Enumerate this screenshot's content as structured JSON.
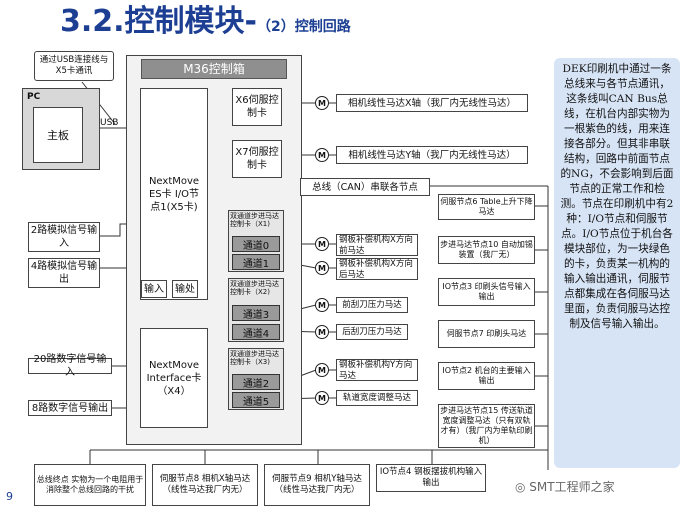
{
  "title": {
    "main": "3.2.控制模块-",
    "sub": "（2）控制回路"
  },
  "callout_usb": "通过USB连接线与X5卡通讯",
  "pc": {
    "label": "PC",
    "board": "主板",
    "usb": "USB"
  },
  "cabinet": {
    "title": "M36控制箱",
    "nextmove_es": "NextMove ES卡 I/O节点1(X5卡)",
    "input": "输入",
    "output": "输处",
    "nextmove_if": "NextMove Interface卡（X4）",
    "x6": "X6伺服控制卡",
    "x7": "X7伺服控制卡",
    "bus": "总线（CAN）串联各节点",
    "stepper1": "双通道步进马达控制卡（X1)",
    "stepper2": "双通道步进马达控制卡（X2)",
    "stepper3": "双通道步进马达控制卡（X3)",
    "channels": [
      "通道0",
      "通道1",
      "通道3",
      "通道4",
      "通道2",
      "通道5"
    ]
  },
  "left_labels": [
    "2路模拟信号输入",
    "4路模拟信号输出",
    "20路数字信号输入",
    "8路数字信号输出"
  ],
  "motor_symbol": "M",
  "motors": [
    "相机线性马达X轴（我厂内无线性马达）",
    "相机线性马达Y轴（我厂内无线性马达）",
    "钢板补偿机构X方向前马达",
    "钢板补偿机构X方向后马达",
    "前刮刀压力马达",
    "后刮刀压力马达",
    "钢板补偿机构Y方向马达",
    "轨道宽度调整马达"
  ],
  "nodes": [
    "伺服节点6 Table上升下降马达",
    "步进马达节点10 自动加锡装置（我厂无）",
    "IO节点3 印刷头信号输入输出",
    "伺服节点7 印刷头马达",
    "IO节点2 机台的主要输入输出",
    "步进马达节点15 传送轨道宽度调整马达（只有双轨才有）（我厂内为单轨印刷机）"
  ],
  "bottom_nodes": [
    "总线终点 实物为一个电阻用于消除整个总线回路的干扰",
    "伺服节点8 相机X轴马达（线性马达我厂内无）",
    "伺服节点9 相机Y轴马达（线性马达我厂内无）",
    "IO节点4 钢板摆拔机构输入输出"
  ],
  "side_note": "DEK印刷机中通过一条总线来与各节点通讯，这条线叫CAN Bus总线，在机台内部实物为一根紫色的线，用来连接各部分。但其非串联结构，回路中前面节点的NG，不会影响到后面节点的正常工作和检测。节点在印刷机中有2种：I/O节点和伺服节点。I/O节点位于机台各模块部位，为一块绿色的卡，负责某一机构的输入输出通讯，伺服节点都集成在各伺服马达里面，负责伺服马达控制及信号输入输出。",
  "page_number": "9",
  "watermark": "SMT工程师之家"
}
